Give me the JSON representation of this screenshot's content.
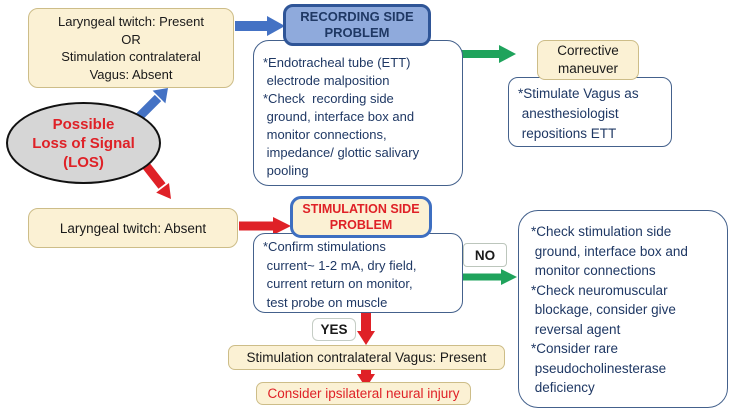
{
  "title": "Possible Loss of Signal (LOS) troubleshooting flowchart",
  "colors": {
    "cream_fill": "#FBF1D4",
    "cream_border": "#CDBD88",
    "header_blue_fill": "#8FAADC",
    "header_blue_border": "#2F5597",
    "stim_header_border": "#3E6FC1",
    "navy_text": "#1F3864",
    "white_box_border": "#44618C",
    "red": "#DF2127",
    "green": "#1FA35C",
    "blue": "#4472C4",
    "ellipse_gray": "#D6D6D6"
  },
  "nodes": {
    "laryngeal_present": {
      "lines": [
        "Laryngeal twitch: Present",
        "OR",
        "Stimulation contralateral",
        "Vagus: Absent"
      ]
    },
    "los": {
      "lines": [
        "Possible",
        "Loss of Signal",
        "(LOS)"
      ]
    },
    "recording_header": {
      "lines": [
        "RECORDING SIDE",
        "PROBLEM"
      ]
    },
    "recording_body": {
      "text": "*Endotracheal tube (ETT)\n electrode malposition\n*Check  recording side\n ground, interface box and\n monitor connections,\n impedance/ glottic salivary\n pooling"
    },
    "corrective": {
      "lines": [
        "Corrective",
        "maneuver"
      ]
    },
    "stimulate_vagus": {
      "text": "*Stimulate Vagus as\n anesthesiologist\n repositions ETT"
    },
    "laryngeal_absent": {
      "text": "Laryngeal twitch: Absent"
    },
    "stimulation_header": {
      "lines": [
        "STIMULATION SIDE",
        "PROBLEM"
      ]
    },
    "stimulation_body": {
      "text": "*Confirm stimulations\n current~ 1-2 mA, dry field,\n current return on monitor,\n test probe on muscle"
    },
    "no_label": "NO",
    "yes_label": "YES",
    "right_checks": {
      "text": "*Check stimulation side\n ground, interface box and\n monitor connections\n*Check neuromuscular\n blockage, consider give\n reversal agent\n*Consider rare\n pseudocholinesterase\n deficiency"
    },
    "vagus_present": {
      "text": "Stimulation contralateral Vagus: Present"
    },
    "neural_injury": {
      "text": "Consider ipsilateral neural injury"
    }
  }
}
